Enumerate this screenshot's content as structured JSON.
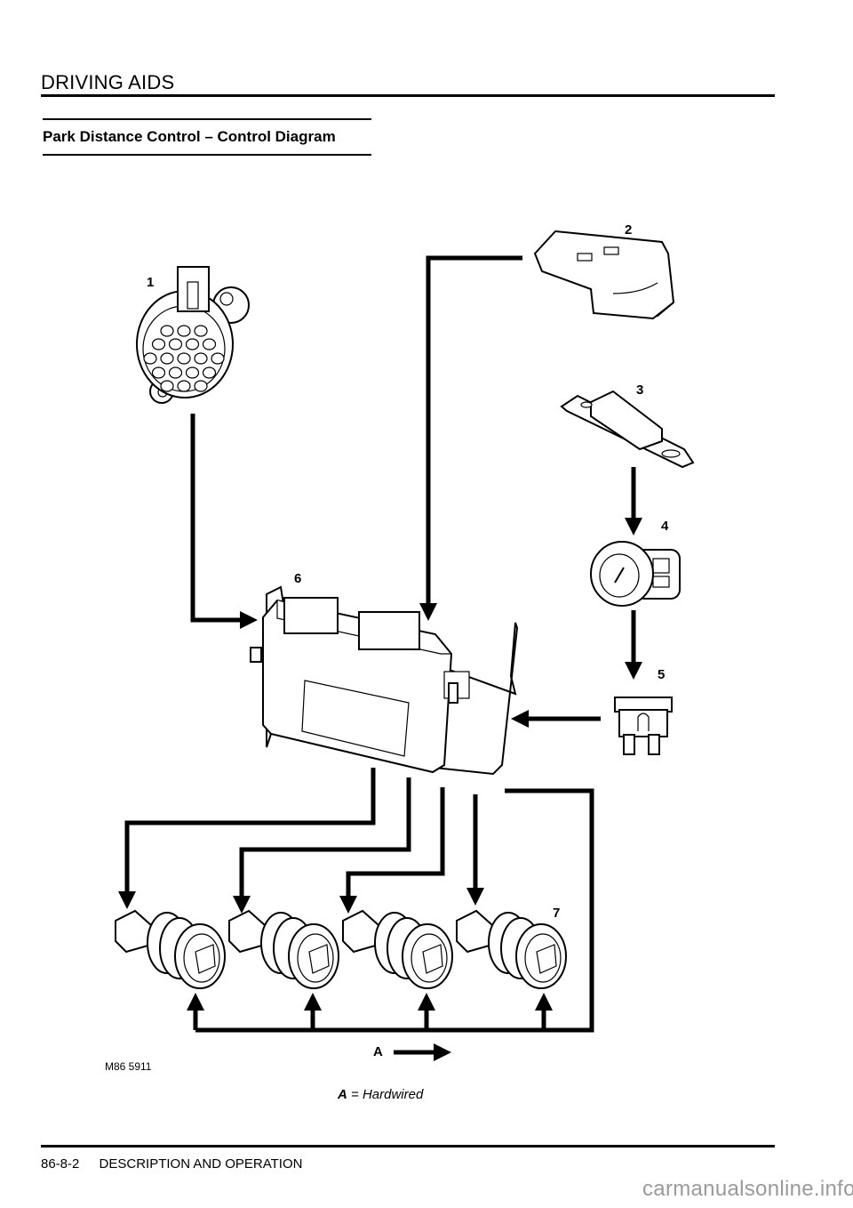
{
  "header": {
    "section": "DRIVING AIDS"
  },
  "heading": "Park Distance Control – Control Diagram",
  "diagram": {
    "callouts": [
      "1",
      "2",
      "3",
      "4",
      "5",
      "6",
      "7",
      "A"
    ],
    "components": [
      {
        "id": "1",
        "name": "connector-21-pin"
      },
      {
        "id": "2",
        "name": "pdc-switch"
      },
      {
        "id": "3",
        "name": "sounder"
      },
      {
        "id": "4",
        "name": "ignition-switch"
      },
      {
        "id": "5",
        "name": "fuse"
      },
      {
        "id": "6",
        "name": "pdc-ecu"
      },
      {
        "id": "7",
        "name": "rear-sensors"
      }
    ],
    "figure_ref": "M86 5911",
    "legend": {
      "key": "A",
      "text": "= Hardwired"
    }
  },
  "footer": {
    "page_number": "86-8-2",
    "section": "DESCRIPTION AND OPERATION"
  },
  "watermark": "carmanualsonline.info"
}
